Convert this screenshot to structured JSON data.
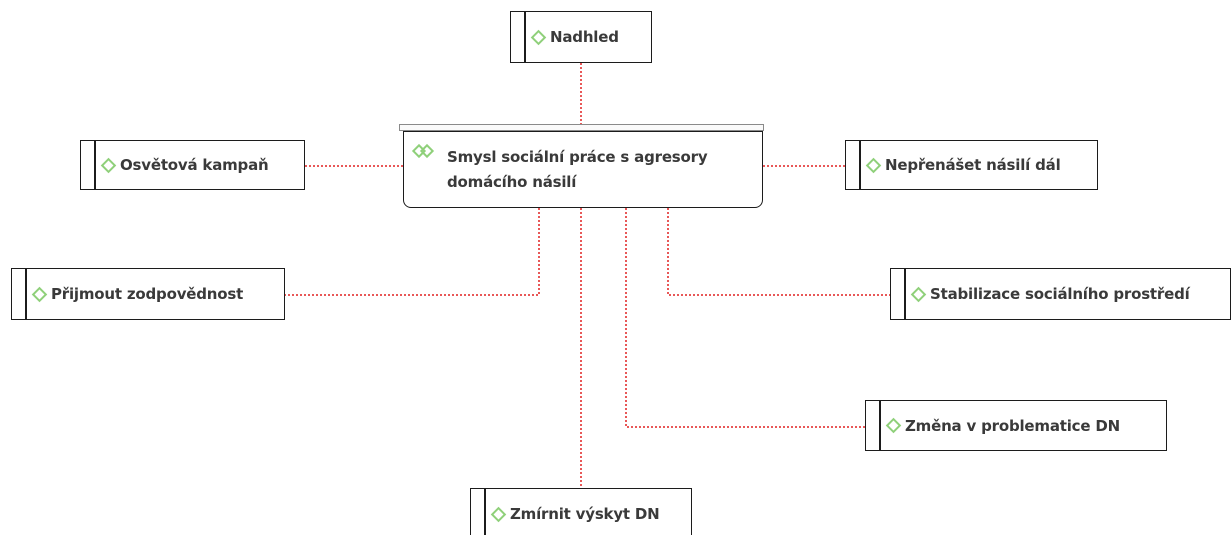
{
  "central_topic": {
    "label": "Smysl sociální práce s agresory domácího násilí",
    "icon": "double-diamond-icon"
  },
  "topics": {
    "nadhled": "Nadhled",
    "osvetova_kampan": "Osvětová kampaň",
    "neprenaset_nasili": "Nepřenášet násilí dál",
    "prijmout_zodpovednost": "Přijmout zodpovědnost",
    "stabilizace": "Stabilizace sociálního prostředí",
    "zmena": "Změna v problematice DN",
    "zmirnit": "Zmírnit výskyt DN"
  },
  "colors": {
    "connector": "#e02020",
    "icon": "#8fd07a",
    "border": "#1c1c1c",
    "text": "#3a3a3a"
  },
  "topic_icon": "diamond-icon"
}
